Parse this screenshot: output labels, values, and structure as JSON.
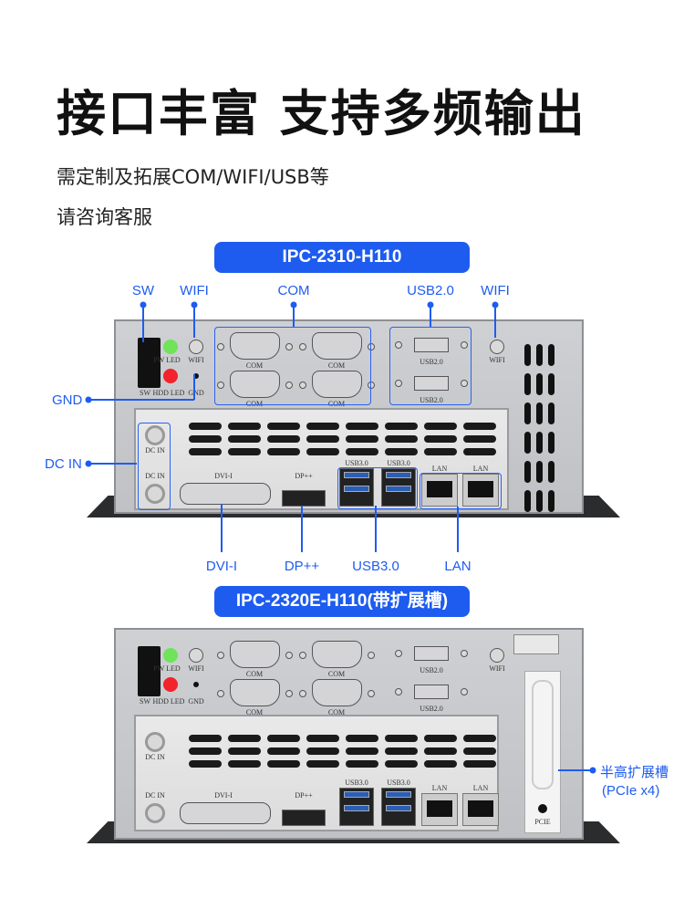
{
  "headline": "接口丰富 支持多频输出",
  "subtitle": [
    "需定制及拓展COM/WIFI/USB等",
    "请咨询客服"
  ],
  "models": [
    {
      "name": "IPC-2310-H110"
    },
    {
      "name": "IPC-2320E-H110(带扩展槽)"
    }
  ],
  "callouts": {
    "top": [
      "SW",
      "WIFI",
      "COM",
      "USB2.0",
      "WIFI"
    ],
    "left": [
      "GND",
      "DC IN"
    ],
    "bottom": [
      "DVI-I",
      "DP++",
      "USB3.0",
      "LAN"
    ],
    "expansion": [
      "半高扩展槽",
      "(PCIe x4)"
    ]
  },
  "panel_labels": {
    "pw_led": "PW LED",
    "wifi": "WIFI",
    "sw": "SW",
    "hdd_led": "HDD LED",
    "gnd": "GND",
    "com": "COM",
    "usb2": "USB2.0",
    "dc_in": "DC IN",
    "dvi": "DVI-I",
    "dp": "DP++",
    "usb3": "USB3.0",
    "lan": "LAN",
    "pcie": "PCIE"
  },
  "colors": {
    "accent": "#1e5cf0",
    "pw_led": "#6fe35a",
    "hdd_led": "#f2232a"
  }
}
